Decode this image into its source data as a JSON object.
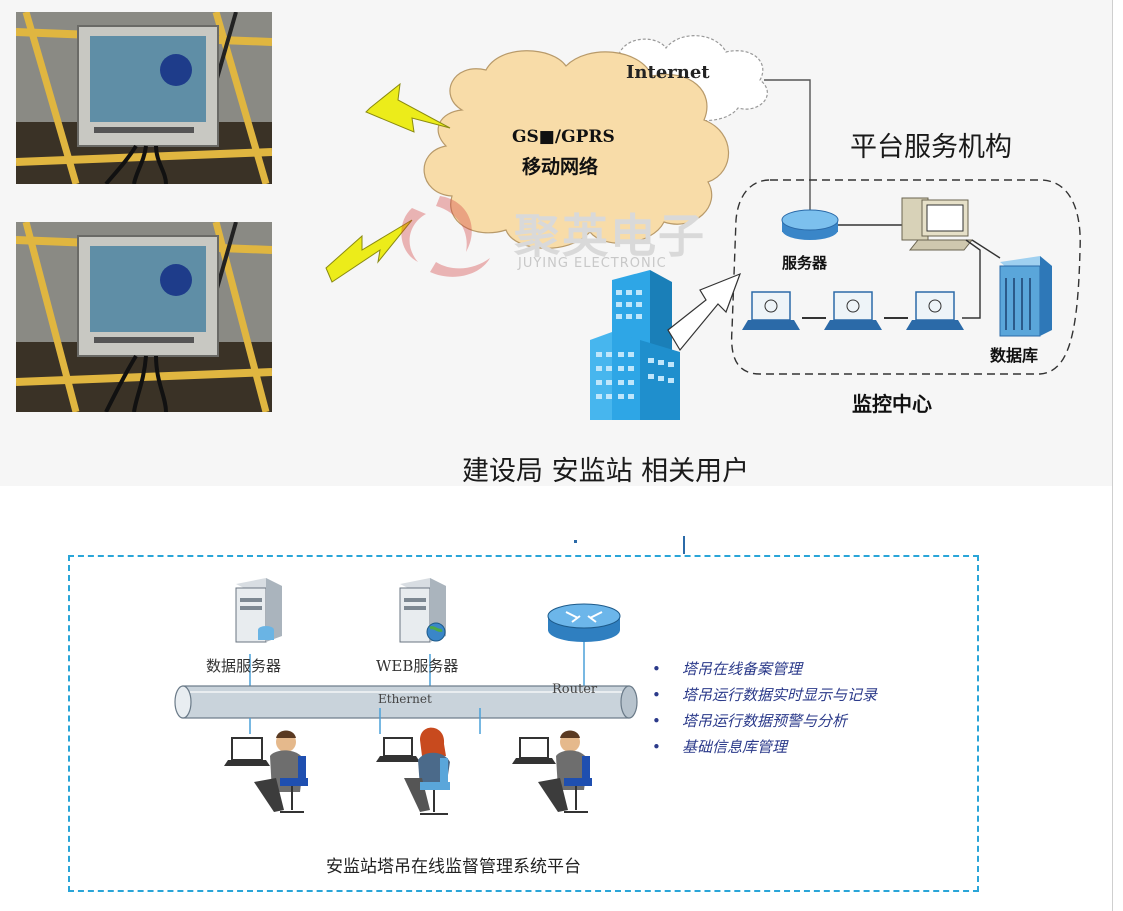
{
  "top": {
    "cloud_label_line1": "GS■/GPRS",
    "cloud_label_line2": "移动网络",
    "internet_label": "Internet",
    "platform_label": "平台服务机构",
    "server_label": "服务器",
    "database_label": "数据库",
    "monitor_center_label": "监控中心",
    "users_label": "建设局 安监站  相关用户",
    "watermark_cn": "聚英电子",
    "watermark_en": "JUYING ELECTRONIC"
  },
  "bottom": {
    "data_server_label": "数据服务器",
    "web_server_label": "WEB服务器",
    "ethernet_label": "Ethernet",
    "router_label": "Router",
    "features": [
      "塔吊在线备案管理",
      "塔吊运行数据实时显示与记录",
      "塔吊运行数据预警与分析",
      "基础信息库管理"
    ],
    "platform_title": "安监站塔吊在线监督管理系统平台"
  },
  "colors": {
    "cloud_fill": "#f8dca8",
    "lightning": "#ecec1a",
    "building": "#2ea6e6",
    "dashed_border": "#2aa5d8",
    "feature_text": "#2b3a8a",
    "pipe": "#c9d3db"
  }
}
